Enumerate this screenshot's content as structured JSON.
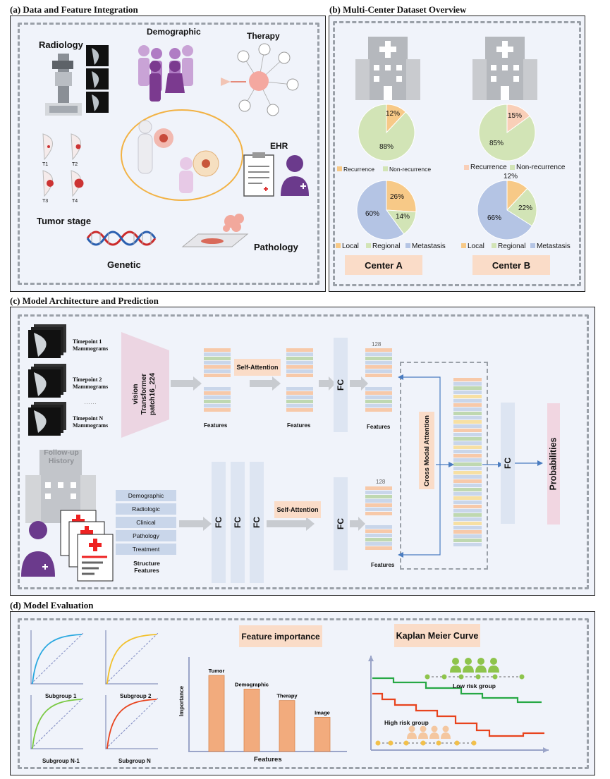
{
  "sections": {
    "a_title": "(a) Data and Feature Integration",
    "b_title": "(b) Multi-Center Dataset Overview",
    "c_title": "(c) Model Architecture and Prediction",
    "d_title": "(d) Model Evaluation"
  },
  "section_a": {
    "radiology": "Radiology",
    "demographic": "Demographic",
    "therapy": "Therapy",
    "ehr": "EHR",
    "tumor_stage": "Tumor stage",
    "pathology": "Pathology",
    "genetic": "Genetic",
    "stages": [
      "T1",
      "T2",
      "T3",
      "T4"
    ]
  },
  "section_b": {
    "center_a": "Center A",
    "center_b": "Center B",
    "legend_recurrence": "Recurrence",
    "legend_nonrecurrence": "Non-recurrence",
    "legend_local": "Local",
    "legend_regional": "Regional",
    "legend_metastasis": "Metastasis",
    "a_rec_pct": "12%",
    "a_nonrec_pct": "88%",
    "a_local_pct": "26%",
    "a_regional_pct": "14%",
    "a_meta_pct": "60%",
    "b_rec_pct": "15%",
    "b_nonrec_pct": "85%",
    "b_local_pct": "12%",
    "b_regional_pct": "22%",
    "b_meta_pct": "66%"
  },
  "section_c": {
    "tp1": "Timepoint 1 Mammograms",
    "tp2": "Timepoint 2 Mammograms",
    "tpn": "Timepoint N Mammograms",
    "vit": "vision Transformer patch16_224",
    "self_attention": "Self-Attention",
    "features": "Features",
    "fc": "FC",
    "dim": "128",
    "cross_modal": "Cross Modal Attention",
    "probabilities": "Probabilities",
    "followup": "Follow-up History",
    "structure_features": "Structure Features",
    "structured_items": [
      "Demographic",
      "Radiologic",
      "Clinical",
      "Pathology",
      "Treatment"
    ],
    "dots": "……"
  },
  "section_d": {
    "subgroup1": "Subgroup 1",
    "subgroup2": "Subgroup 2",
    "subgroupn1": "Subgroup N-1",
    "subgroupn": "Subgroup N",
    "feature_importance": "Feature importance",
    "importance_axis": "Importance",
    "features_axis": "Features",
    "bars": [
      "Tumor",
      "Demographic",
      "Therapy",
      "Image"
    ],
    "km_title": "Kaplan Meier Curve",
    "low_risk": "Low risk group",
    "high_risk": "High  risk group"
  },
  "chart_data": [
    {
      "type": "pie",
      "categories": [
        "Recurrence",
        "Non-recurrence"
      ],
      "values": [
        12,
        88
      ]
    },
    {
      "type": "pie",
      "categories": [
        "Local",
        "Regional",
        "Metastasis"
      ],
      "values": [
        26,
        14,
        60
      ]
    },
    {
      "type": "pie",
      "categories": [
        "Recurrence",
        "Non-recurrence"
      ],
      "values": [
        15,
        85
      ]
    },
    {
      "type": "pie",
      "categories": [
        "Local",
        "Regional",
        "Metastasis"
      ],
      "values": [
        12,
        22,
        66
      ]
    },
    {
      "type": "bar",
      "categories": [
        "Tumor",
        "Demographic",
        "Therapy",
        "Image"
      ],
      "values": [
        1.0,
        0.82,
        0.67,
        0.45
      ],
      "xlabel": "Features",
      "ylabel": "Importance"
    }
  ],
  "colors": {
    "panel_bg": "#eef3fb",
    "peach": "#fadcc8",
    "pie_orange": "#f7c987",
    "pie_green": "#d2e4b6",
    "pie_blue": "#b4c4e4",
    "pie_peach": "#f9cfb8",
    "bar": "#f2ab7d",
    "fc": "#dde5f2"
  }
}
